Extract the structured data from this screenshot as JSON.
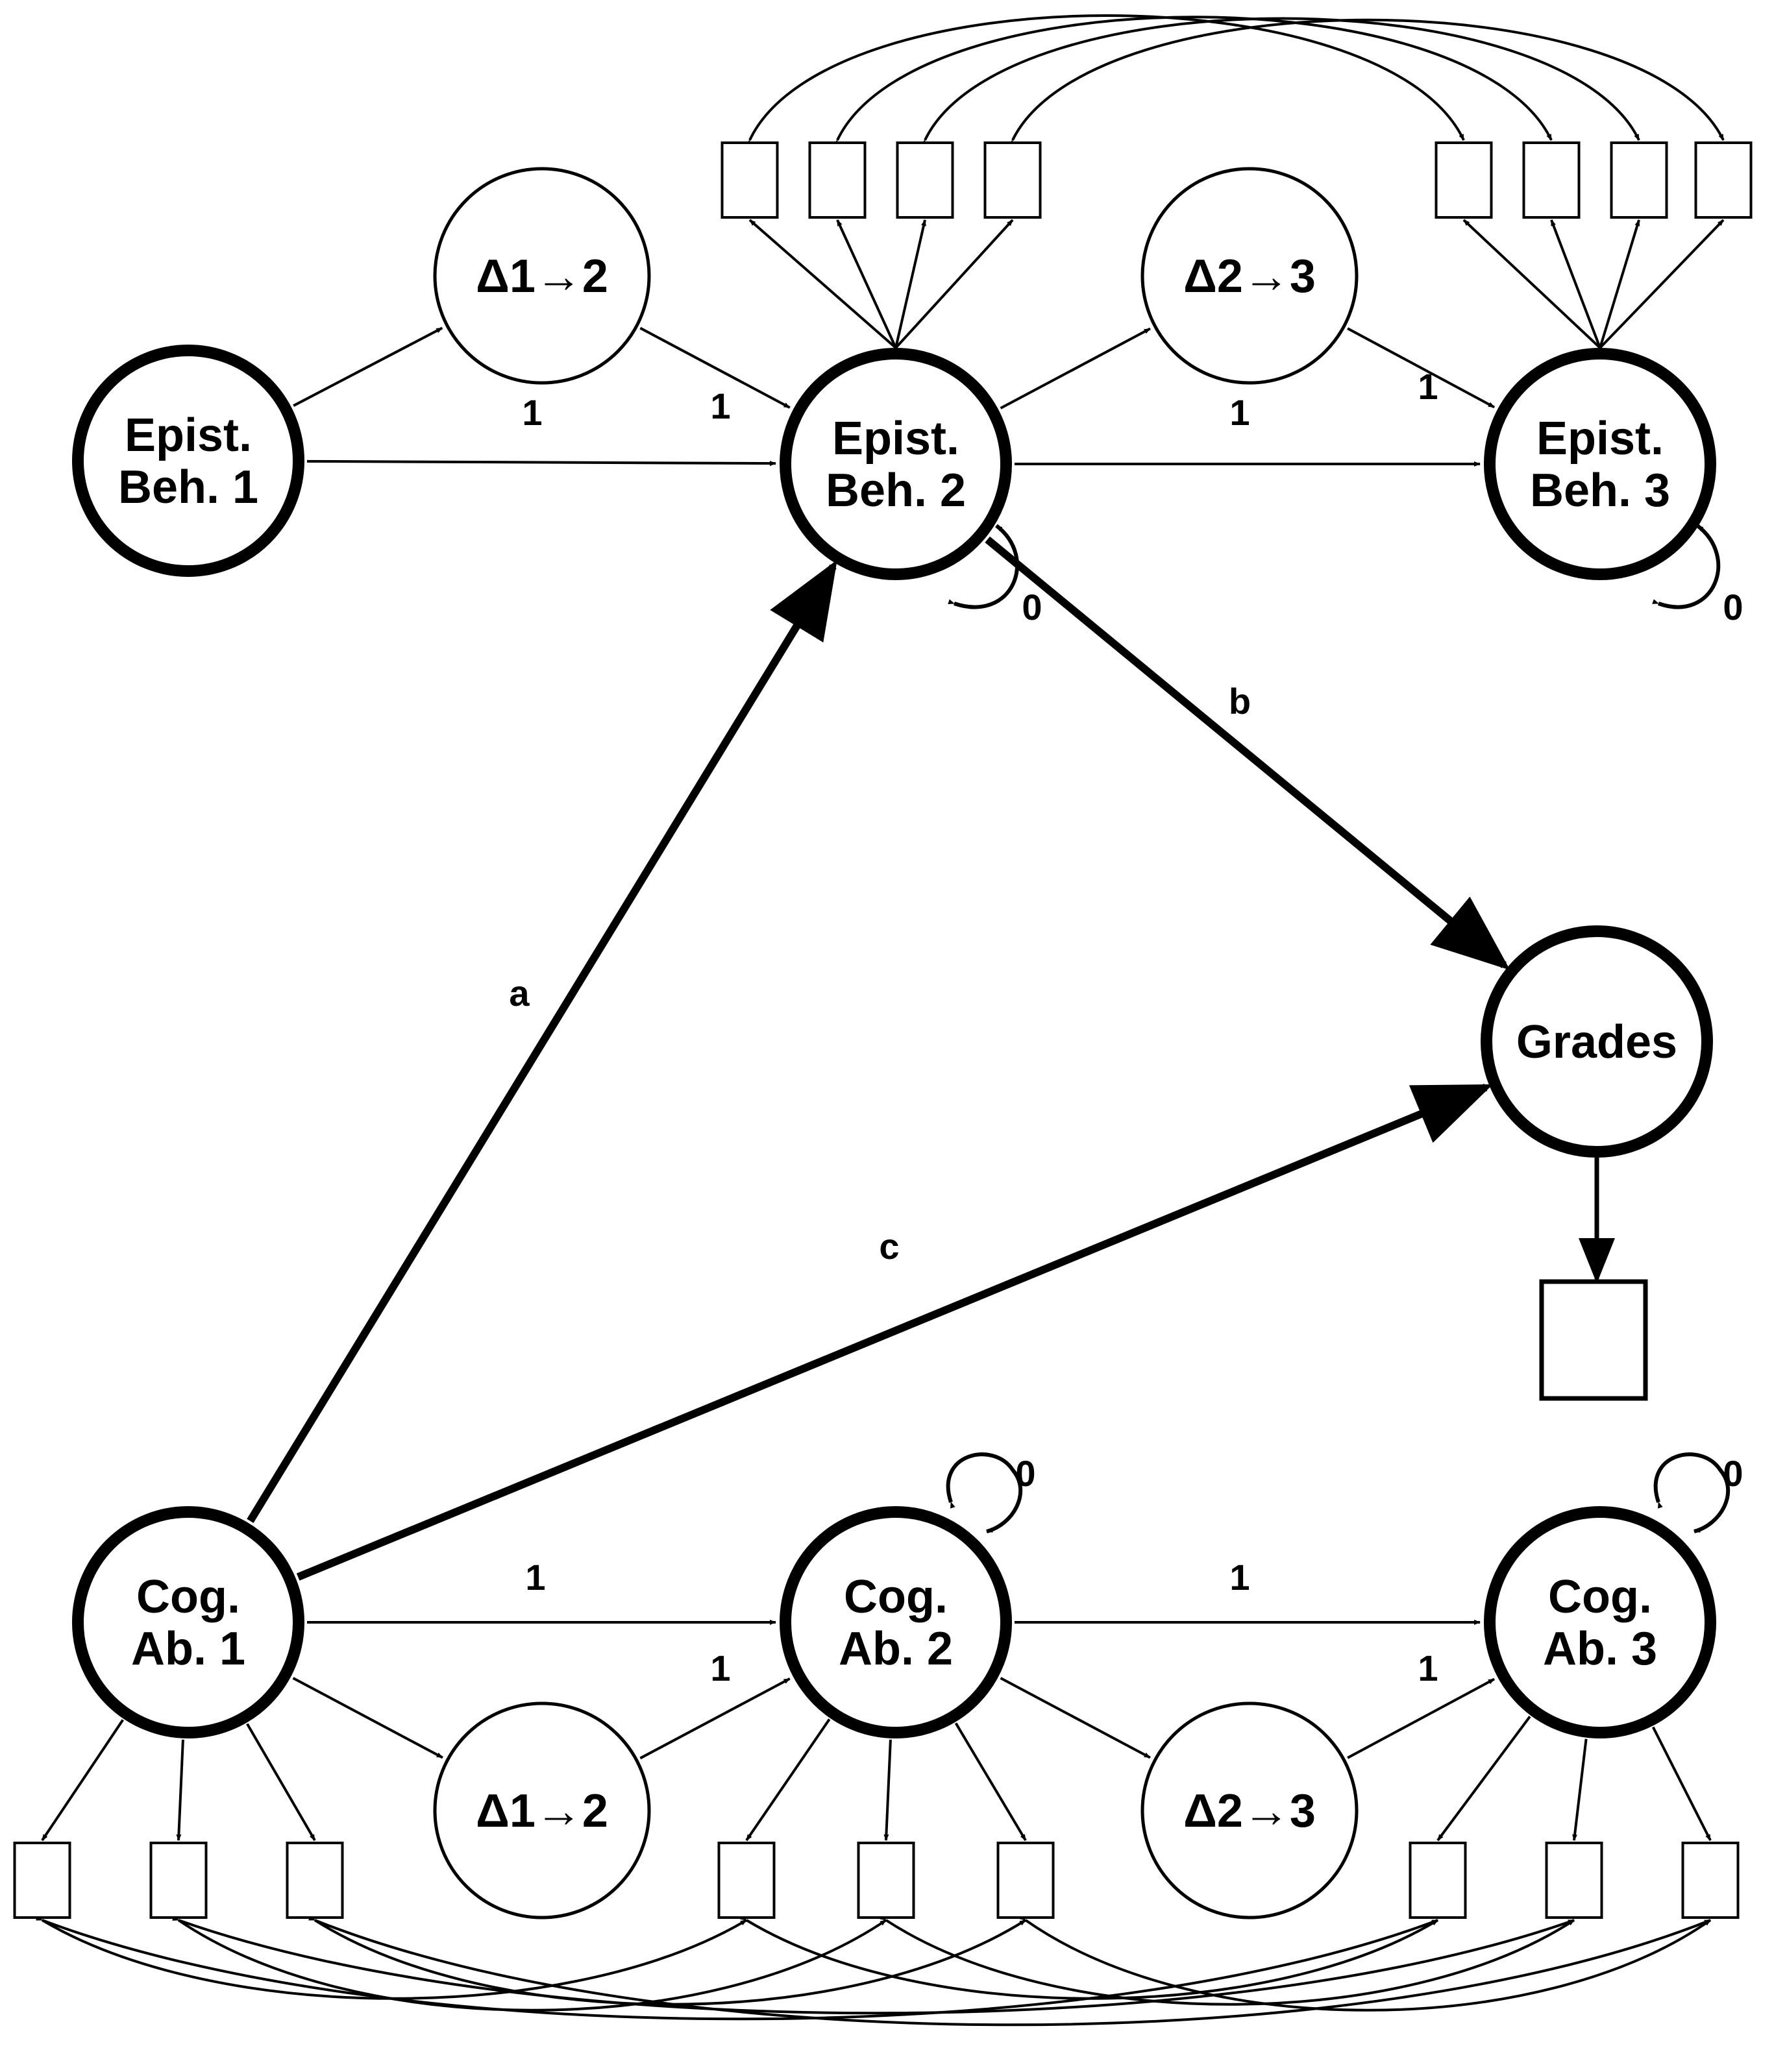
{
  "colors": {
    "stroke": "#000000",
    "fill": "#ffffff",
    "background": "#ffffff"
  },
  "nodes": {
    "epist_beh_1": {
      "lines": [
        "Epist.",
        "Beh. 1"
      ]
    },
    "delta_e12": {
      "lines": [
        "Δ1→2"
      ]
    },
    "epist_beh_2": {
      "lines": [
        "Epist.",
        "Beh. 2"
      ]
    },
    "delta_e23": {
      "lines": [
        "Δ2→3"
      ]
    },
    "epist_beh_3": {
      "lines": [
        "Epist.",
        "Beh. 3"
      ]
    },
    "grades": {
      "lines": [
        "Grades"
      ]
    },
    "cog_ab_1": {
      "lines": [
        "Cog.",
        "Ab. 1"
      ]
    },
    "delta_c12": {
      "lines": [
        "Δ1→2"
      ]
    },
    "cog_ab_2": {
      "lines": [
        "Cog.",
        "Ab. 2"
      ]
    },
    "delta_c23": {
      "lines": [
        "Δ2→3"
      ]
    },
    "cog_ab_3": {
      "lines": [
        "Cog.",
        "Ab. 3"
      ]
    }
  },
  "edge_labels": {
    "e12_auto": "1",
    "e12_delta": "1",
    "e23_auto": "1",
    "e23_delta": "1",
    "e2_resid": "0",
    "e3_resid": "0",
    "path_a": "a",
    "path_b": "b",
    "path_c": "c",
    "c12_auto": "1",
    "c12_delta": "1",
    "c23_auto": "1",
    "c23_delta": "1",
    "c2_resid": "0",
    "c3_resid": "0"
  }
}
